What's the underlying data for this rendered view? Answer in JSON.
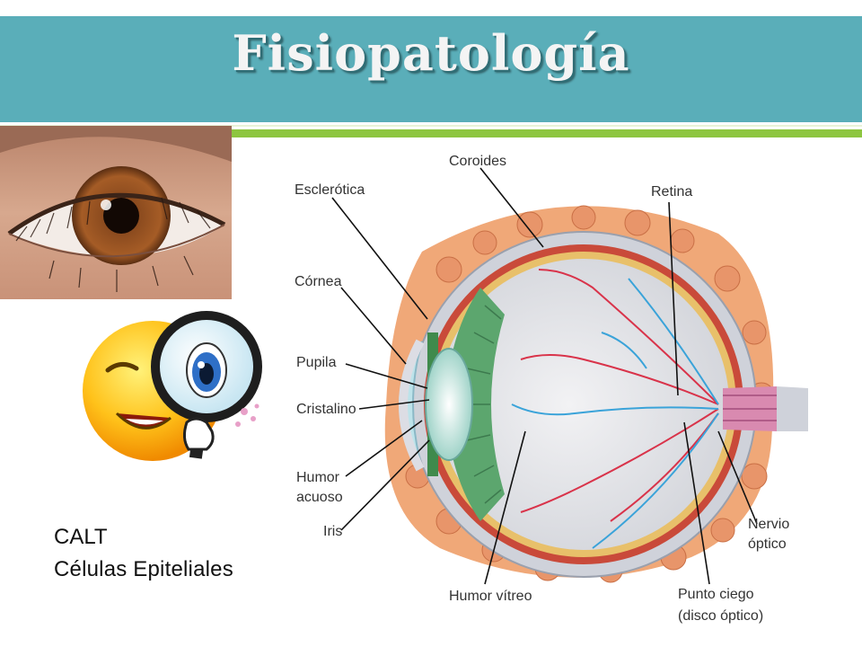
{
  "title": "Fisiopatología",
  "captions": [
    "CALT",
    "Células  Epiteliales"
  ],
  "diagram": {
    "labels": {
      "coroides": "Coroides",
      "esclerotica": "Esclerótica",
      "retina": "Retina",
      "cornea": "Córnea",
      "pupila": "Pupila",
      "cristalino": "Cristalino",
      "humor_acuoso_1": "Humor",
      "humor_acuoso_2": "acuoso",
      "iris": "Iris",
      "nervio_1": "Nervio",
      "nervio_2": "óptico",
      "humor_vitreo": "Humor vítreo",
      "punto_ciego_1": "Punto ciego",
      "punto_ciego_2": "(disco óptico)"
    }
  },
  "colors": {
    "title_band": "#5aaeb9",
    "accent": "#8dc63f"
  },
  "icons": [
    "eye-photo",
    "winking-smiley-magnifier-icon"
  ]
}
